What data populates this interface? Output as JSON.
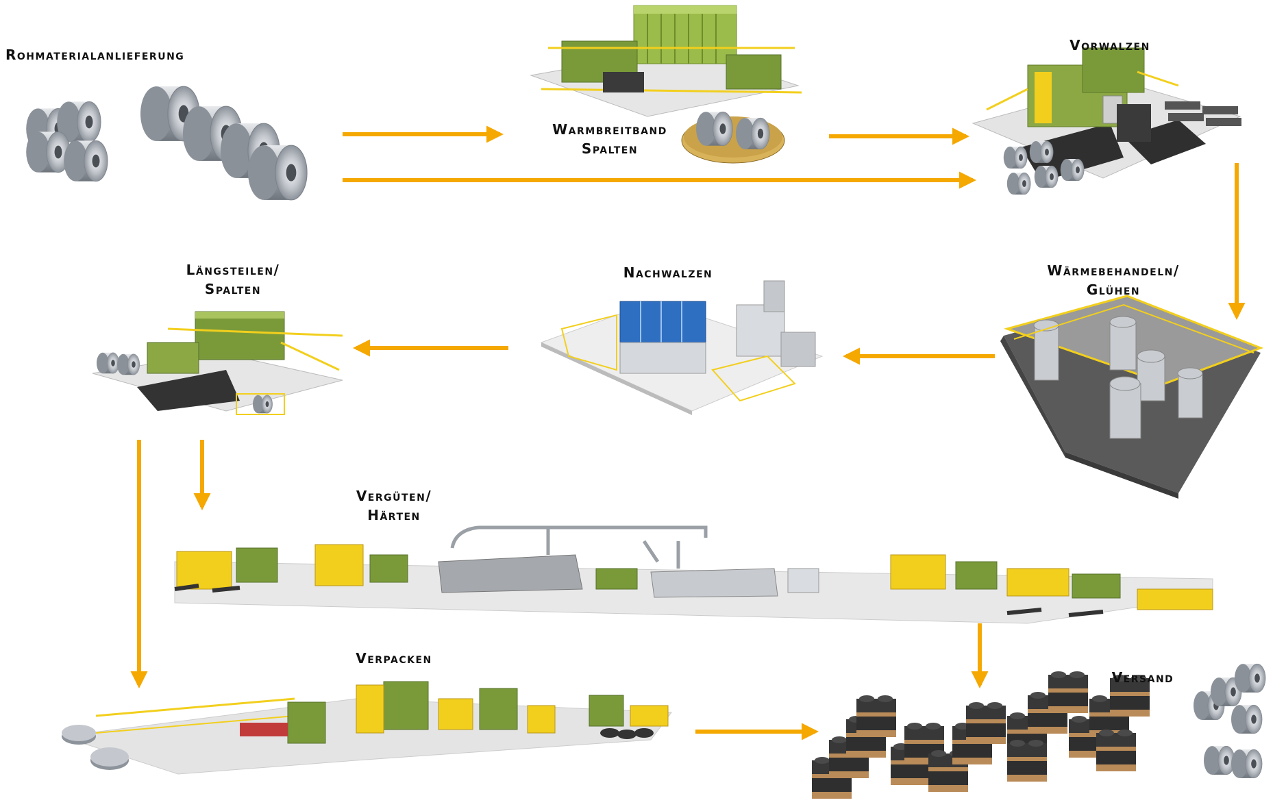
{
  "colors": {
    "arrow": "#f5a800",
    "steel": "#b9bec5",
    "machine_green": "#7a9a3a",
    "safety_yellow": "#f2cf1d",
    "coil_dark": "#2b2b2b",
    "pallet": "#b98b58"
  },
  "stages": {
    "raw_material": {
      "label": "Rohmaterialanlieferung",
      "icon": "steel-coils"
    },
    "hot_strip_slitting": {
      "label_line1": "Warmbreitband",
      "label_line2": "Spalten",
      "icon": "slitting-line"
    },
    "pre_rolling": {
      "label": "Vorwalzen",
      "icon": "rolling-mill"
    },
    "heat_treatment": {
      "label_line1": "Wärmebehandeln/",
      "label_line2": "Glühen",
      "icon": "annealing-furnace-hall"
    },
    "skin_pass": {
      "label": "Nachwalzen",
      "icon": "skin-pass-mill"
    },
    "longitudinal_slitting": {
      "label_line1": "Längsteilen/",
      "label_line2": "Spalten",
      "icon": "slitting-line"
    },
    "hardening": {
      "label_line1": "Vergüten/",
      "label_line2": "Härten",
      "icon": "hardening-tempering-line"
    },
    "packing": {
      "label": "Verpacken",
      "icon": "packing-line"
    },
    "shipping": {
      "label": "Versand",
      "icon": "palletized-coils"
    }
  }
}
